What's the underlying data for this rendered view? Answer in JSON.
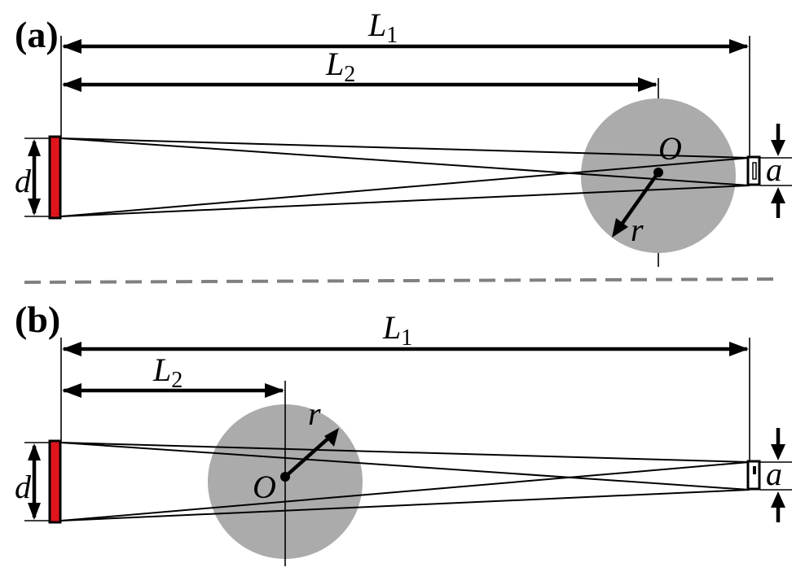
{
  "panels": [
    {
      "label": "(a)",
      "L1": {
        "base": "L",
        "sub": "1"
      },
      "L2": {
        "base": "L",
        "sub": "2"
      },
      "detector_size_label": "d",
      "aperture_size_label": "a",
      "center_label": "O",
      "radius_label": "r"
    },
    {
      "label": "(b)",
      "L1": {
        "base": "L",
        "sub": "1"
      },
      "L2": {
        "base": "L",
        "sub": "2"
      },
      "detector_size_label": "d",
      "aperture_size_label": "a",
      "center_label": "O",
      "radius_label": "r"
    }
  ],
  "colors": {
    "detector": "#e0151b",
    "object_circle": "#ababab",
    "separator": "#808080"
  }
}
